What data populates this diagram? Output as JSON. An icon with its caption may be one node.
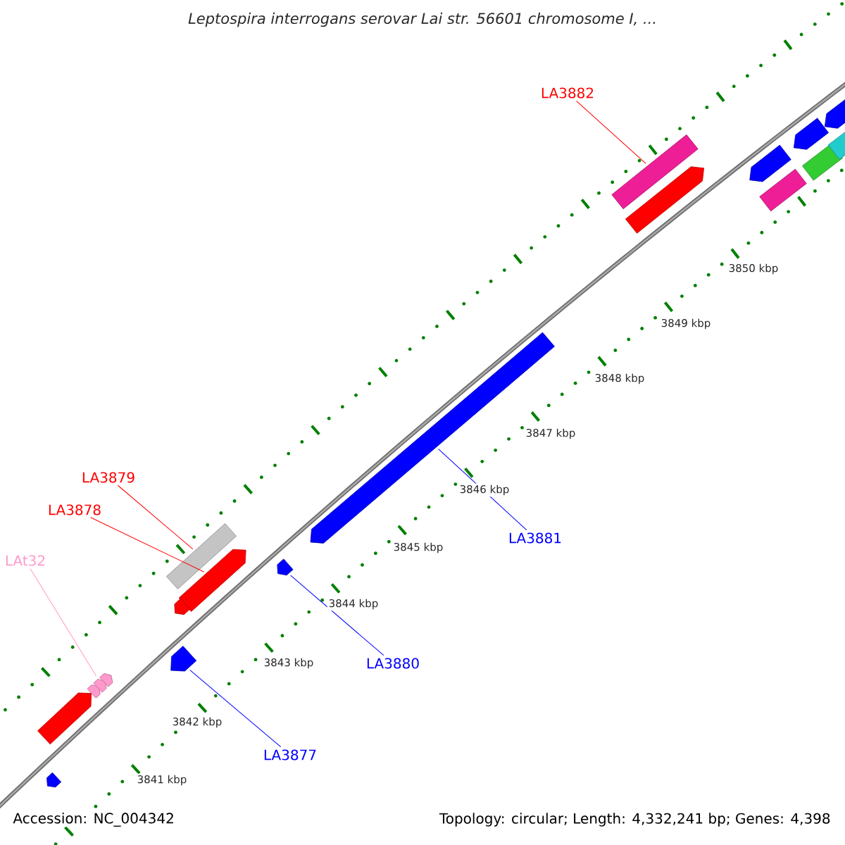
{
  "diagram": {
    "title": "Leptospira interrogans serovar Lai str. 56601 chromosome I, ...",
    "nodes": [
      {
        "text": [
          "LA3882"
        ]
      },
      {
        "text": [],
        "shape": "bar"
      },
      {
        "text": [
          "LA3879"
        ]
      },
      {
        "text": [],
        "shape": "bar"
      },
      {
        "text": [
          "LA3878"
        ]
      },
      {
        "text": [],
        "shape": "bar"
      },
      {
        "text": [
          "LAt32"
        ]
      },
      {
        "text": [],
        "shape": "triangle"
      },
      {
        "text": [
          "LA3881"
        ]
      },
      {
        "text": [],
        "shape": "bar"
      },
      {
        "text": [
          "LA3880"
        ]
      },
      {
        "text": [],
        "shape": "bar"
      },
      {
        "text": [
          "LA3877"
        ]
      },
      {
        "text": [],
        "shape": "bar"
      },
      {
        "text": [],
        "shape": "bar"
      },
      {
        "text": [],
        "shape": "bar"
      },
      {
        "text": [],
        "shape": "bar"
      },
      {
        "text": [],
        "shape": "bar"
      },
      {
        "text": [],
        "shape": "bar"
      },
      {
        "text": [],
        "shape": "bar"
      },
      {
        "text": [],
        "shape": "bar"
      },
      {
        "text": [],
        "shape": "bar"
      },
      {
        "text": [],
        "shape": "bar"
      },
      {
        "text": [],
        "shape": "bar"
      }
    ],
    "edges": [
      {
        "from": 0,
        "to": 1,
        "arrow": "none",
        "color": "#ff0000"
      },
      {
        "from": 2,
        "to": 3,
        "arrow": "none",
        "color": "#ff0000"
      },
      {
        "from": 4,
        "to": 5,
        "arrow": "none",
        "color": "#ff0000"
      },
      {
        "from": 6,
        "to": 7,
        "arrow": "none",
        "color": "#ff99cc"
      },
      {
        "from": 8,
        "to": 9,
        "arrow": "none",
        "color": "#0000ff"
      },
      {
        "from": 10,
        "to": 11,
        "arrow": "none",
        "color": "#0000ff"
      },
      {
        "from": 12,
        "to": 13,
        "arrow": "none",
        "color": "#0000ff"
      }
    ],
    "labels": [
      "3850 kbp",
      "3849 kbp",
      "3848 kbp",
      "3847 kbp",
      "3846 kbp",
      "3845 kbp",
      "3844 kbp",
      "3843 kbp",
      "3842 kbp",
      "3841 kbp",
      "Accession: NC_004342",
      "Topology: circular; Length: 4,332,241 bp; Genes: 4,398"
    ]
  }
}
